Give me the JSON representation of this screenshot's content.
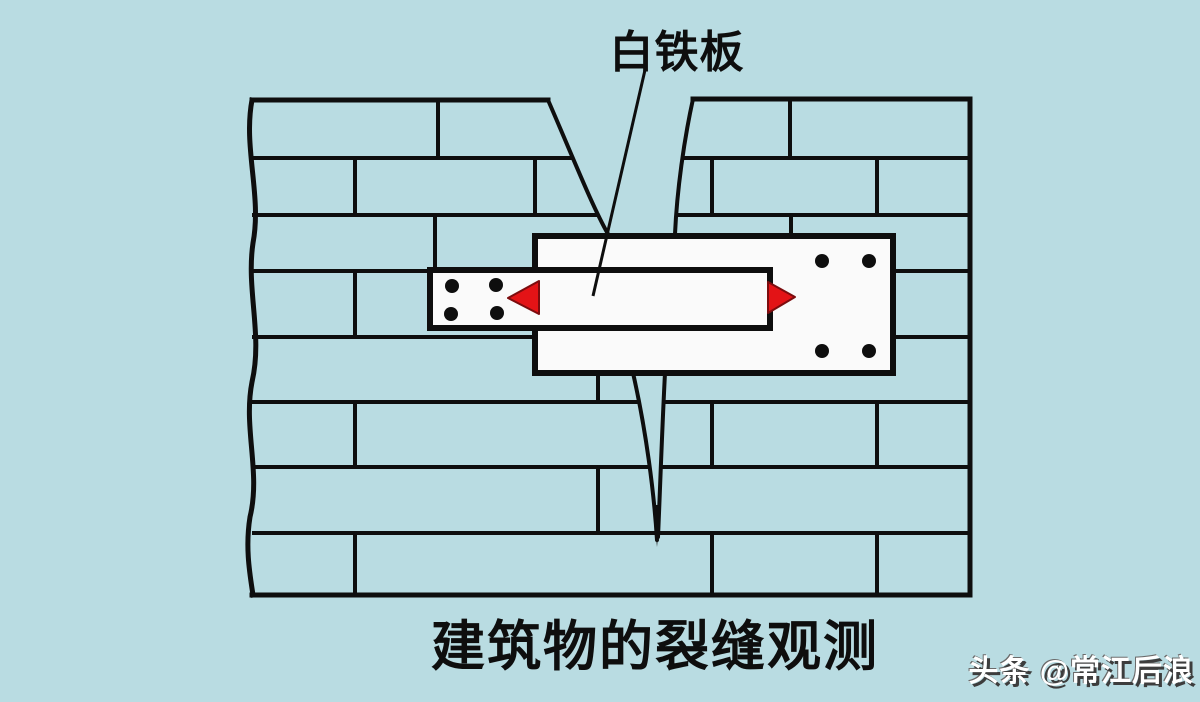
{
  "diagram": {
    "plate_label": "白铁板",
    "caption": "建筑物的裂缝观测",
    "watermark": "头条 @常江后浪"
  },
  "colors": {
    "bg": "#b9dce2",
    "line": "#0e0e0e",
    "plate-fill": "#fafafa",
    "arrow-red": "#e31316",
    "arrow-edge": "#7c0c0e",
    "watermark-fill": "#ffffff",
    "watermark-shadow": "#3d3d3d",
    "watermark-shadow2": "#6b6b6b"
  }
}
